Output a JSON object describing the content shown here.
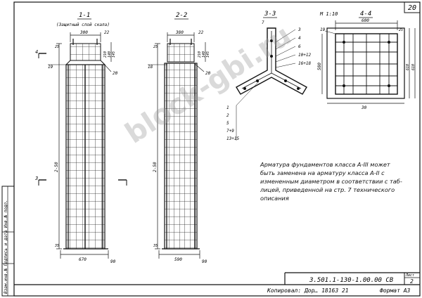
{
  "sheet": {
    "page_number": "20",
    "scale": "М 1:10",
    "designation": "3.501.1-130-1.00.00 СВ",
    "sheet_label": "Лист",
    "sheet_number": "2",
    "copied_by": "Копировал: Дор… 18163  21",
    "format": "Формат   А3",
    "side_stamp": "Взам.инв.№  Подпись и дата  Инв.№ подл."
  },
  "sections": {
    "s1": {
      "title": "1-1",
      "subtitle": "(Защитный слой скала)",
      "width_top": "300",
      "dim_top_right": "22",
      "width_bottom": "670",
      "dim_bottom_right": "90",
      "height": "2-50",
      "cover_top": "25",
      "cover_bottom": "35",
      "right_dims": [
        "210",
        "140",
        "145"
      ],
      "callout_19": "19",
      "callout_20": "20",
      "cut_mark": "4",
      "side_mark": "3"
    },
    "s2": {
      "title": "2-2",
      "width_top": "380",
      "dim_top_right": "22",
      "width_bottom": "590",
      "dim_bottom_right": "90",
      "height": "2-50",
      "cover_top": "25",
      "cover_bottom": "35",
      "right_dims": [
        "210",
        "140",
        "145"
      ],
      "callout_18": "18",
      "callout_20": "20"
    },
    "s3": {
      "title": "3-3",
      "mark_top": "7",
      "callouts_right": [
        "3",
        "4",
        "6",
        "10+12",
        "16+18"
      ],
      "callouts_left": [
        "1",
        "2",
        "5",
        "7+9",
        "13+15"
      ]
    },
    "s4": {
      "title": "4-4",
      "width": "600",
      "height_left": "580",
      "height_right": "610",
      "dim_small": "25",
      "callout": "19",
      "dim_bottom": "30"
    }
  },
  "note_lines": [
    "Арматура фундаментов класса А-III может",
    "быть заменена на арматуру класса А-II с",
    "измененным диаметром в соответствии с таб-",
    "лицей, приведенной на стр. 7 технического",
    "описания"
  ],
  "watermark": "block-gbi.ru"
}
